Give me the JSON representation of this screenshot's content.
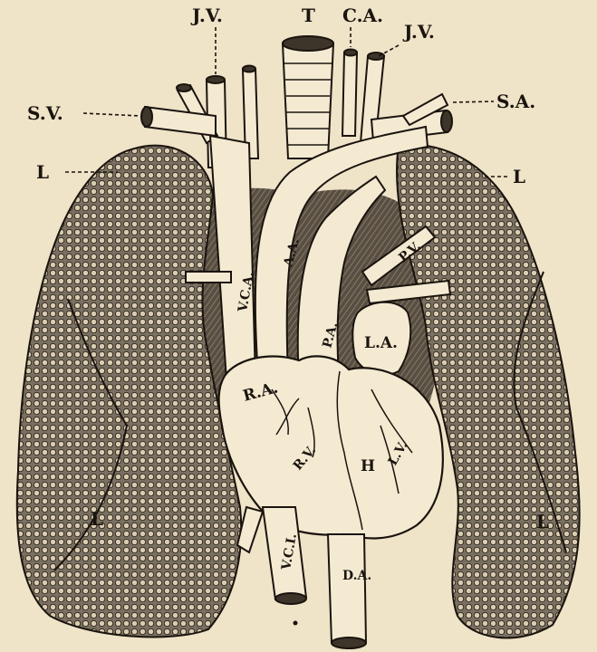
{
  "labels": {
    "jv_left": "J.V.",
    "trachea": "T",
    "ca": "C.A.",
    "jv_right": "J.V.",
    "sv": "S.V.",
    "sa": "S.A.",
    "l_upper_left": "L",
    "l_upper_right": "L",
    "vca": "V.C.A.",
    "aa": "A.A.",
    "pa": "P.A.",
    "pv": "P.V.",
    "la": "L.A.",
    "ra": "R.A.",
    "rv": "R.V.",
    "h": "H",
    "lv": "L.V.",
    "vci": "V.C.I.",
    "da": "D.A.",
    "l_lower_left": "L",
    "l_lower_right": "L"
  },
  "colors": {
    "paper": "#efe3c8",
    "ink": "#1a140e",
    "lung_fill": "#6e6558",
    "vessel_fill": "#f4ead2"
  }
}
